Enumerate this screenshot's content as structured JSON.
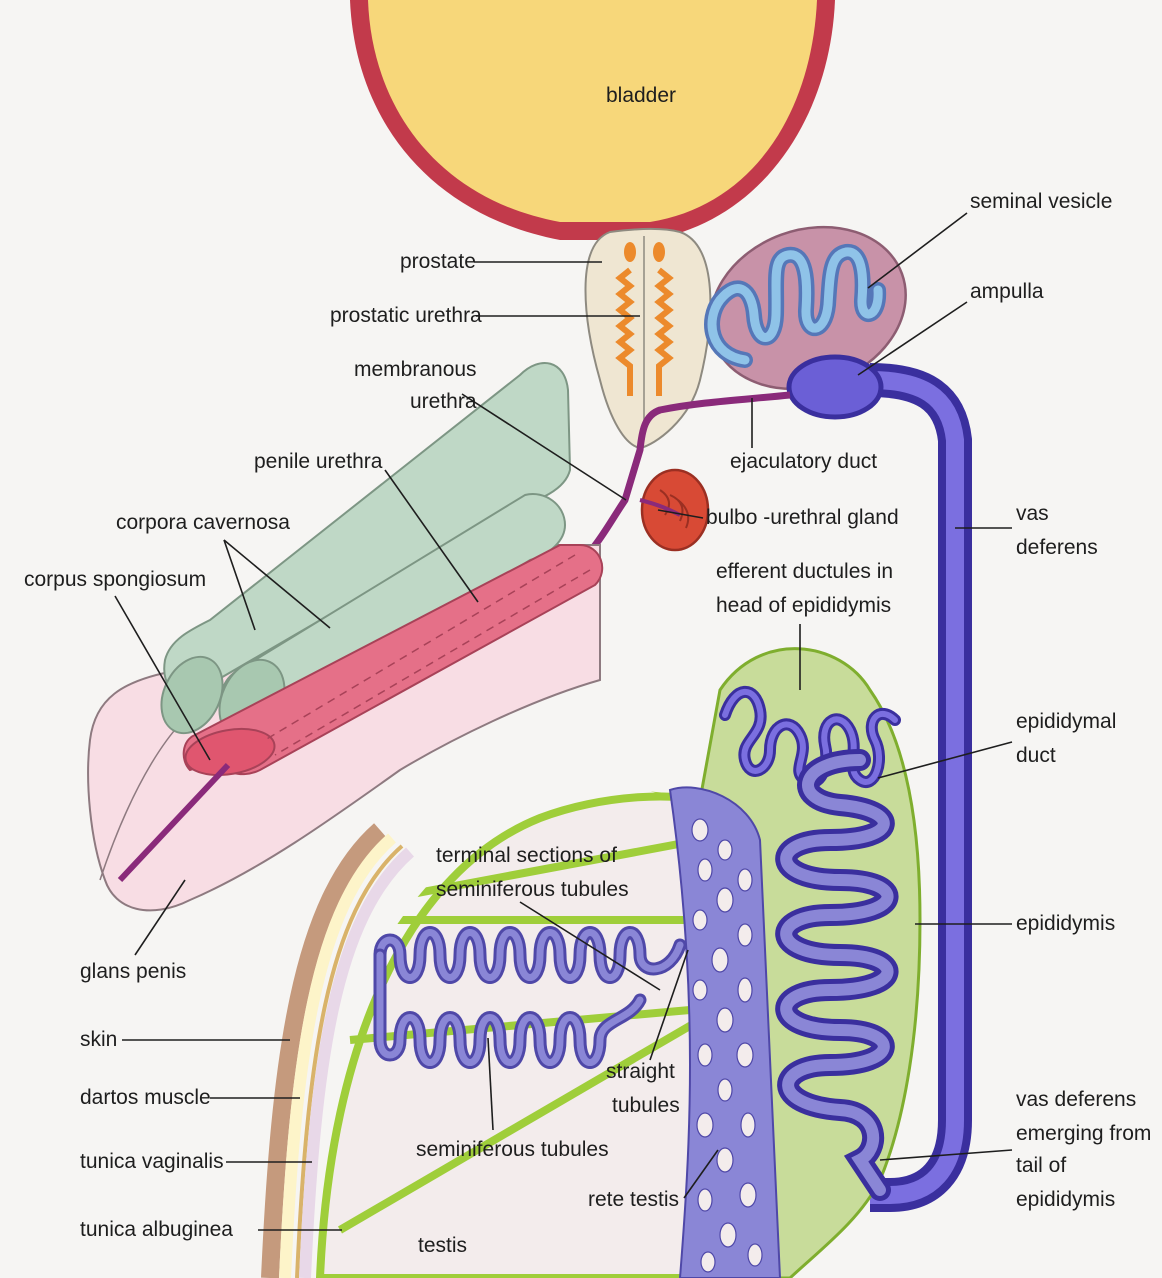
{
  "labels": {
    "bladder": "bladder",
    "seminal_vesicle": "seminal vesicle",
    "prostate": "prostate",
    "ampulla": "ampulla",
    "prostatic_urethra": "prostatic urethra",
    "membranous_urethra_1": "membranous",
    "membranous_urethra_2": "urethra",
    "ejaculatory_duct": "ejaculatory duct",
    "penile_urethra": "penile urethra",
    "bulbo_urethral_gland": "bulbo -urethral gland",
    "corpora_cavernosa": "corpora cavernosa",
    "vas_deferens_1": "vas",
    "vas_deferens_2": "deferens",
    "corpus_spongiosum": "corpus spongiosum",
    "efferent_ductules_1": "efferent ductules in",
    "efferent_ductules_2": "head of epididymis",
    "epididymal_duct_1": "epididymal",
    "epididymal_duct_2": "duct",
    "terminal_sections_1": "terminal sections of",
    "terminal_sections_2": "seminiferous tubules",
    "epididymis": "epididymis",
    "glans_penis": "glans penis",
    "skin": "skin",
    "straight_tubules_1": "straight",
    "straight_tubules_2": "tubules",
    "dartos_muscle": "dartos muscle",
    "vas_emerging_1": "vas deferens",
    "vas_emerging_2": "emerging from",
    "vas_emerging_3": "tail of",
    "vas_emerging_4": "epididymis",
    "seminiferous_tubules": "seminiferous tubules",
    "tunica_vaginalis": "tunica vaginalis",
    "rete_testis": "rete testis",
    "tunica_albuginea": "tunica albuginea",
    "testis": "testis"
  },
  "colors": {
    "bladder_fill": "#f7d77a",
    "bladder_wall": "#c23a4b",
    "prostate": "#efe6d2",
    "prostatic_urethra": "#ec8a2c",
    "seminal_vesicle": "#c892a8",
    "vesicle_tube": "#8fc3e8",
    "vas_deferens": "#4c3fbf",
    "ejaculatory_duct": "#8a2a7a",
    "bulbo_gland": "#d84a35",
    "corpora_cavernosa": "#bfd8c6",
    "corpus_spongiosum": "#e57088",
    "penis_skin": "#f8dde4",
    "epididymis": "#c8dc9a",
    "testis_outline": "#9fce3a",
    "tubules": "#8a86d6",
    "background": "#f6f5f3"
  }
}
